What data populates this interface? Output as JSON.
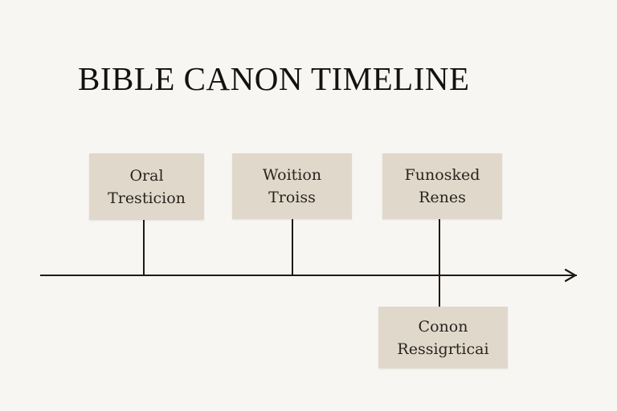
{
  "title": "BIBLE CANON TIMELINE",
  "colors": {
    "background": "#f8f6f2",
    "box_fill": "#e0d8cb",
    "line": "#1e1a16",
    "text": "#1e1a16"
  },
  "timeline": {
    "axis": {
      "direction": "left-to-right",
      "arrow_icon": "arrow-right-icon"
    },
    "events": [
      {
        "line1": "Oral",
        "line2": "Tresticion",
        "position": "above"
      },
      {
        "line1": "Woition",
        "line2": "Troiss",
        "position": "above"
      },
      {
        "line1": "Funosked",
        "line2": "Renes",
        "position": "above"
      },
      {
        "line1": "Conon",
        "line2": "Ressigrticai",
        "position": "below"
      }
    ]
  }
}
